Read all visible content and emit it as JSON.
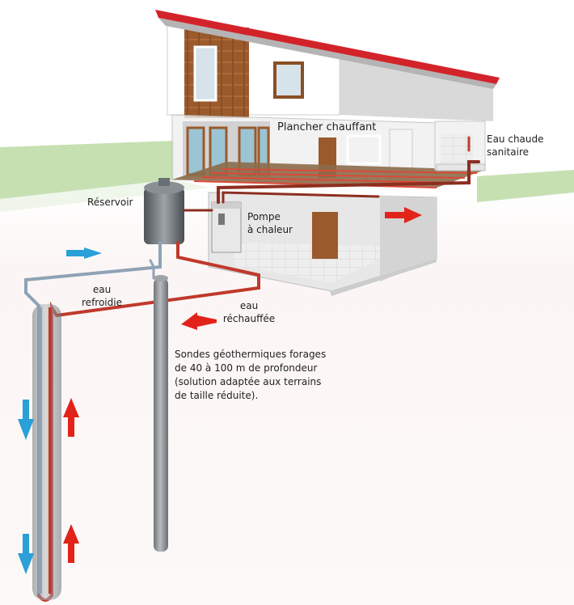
{
  "labels": {
    "plancher": "Plancher chauffant",
    "eau_chaude": [
      "Eau chaude",
      "sanitaire"
    ],
    "reservoir": "Réservoir",
    "pompe": [
      "Pompe",
      "à chaleur"
    ],
    "eau_refroidie": [
      "eau",
      "refroidie"
    ],
    "eau_rechauffee": [
      "eau",
      "réchauffée"
    ],
    "sondes": [
      "Sondes géothermiques forages",
      "de 40 à 100 m  de profondeur",
      "(solution adaptée aux terrains",
      "de taille réduite)."
    ]
  },
  "colors": {
    "hot_pipe": "#c0392b",
    "cold_pipe": "#8fa3b6",
    "arrow_hot": "#e2231a",
    "arrow_cold": "#2a9fd8",
    "roof": "#d3232a",
    "grass": "#c3dfae"
  }
}
